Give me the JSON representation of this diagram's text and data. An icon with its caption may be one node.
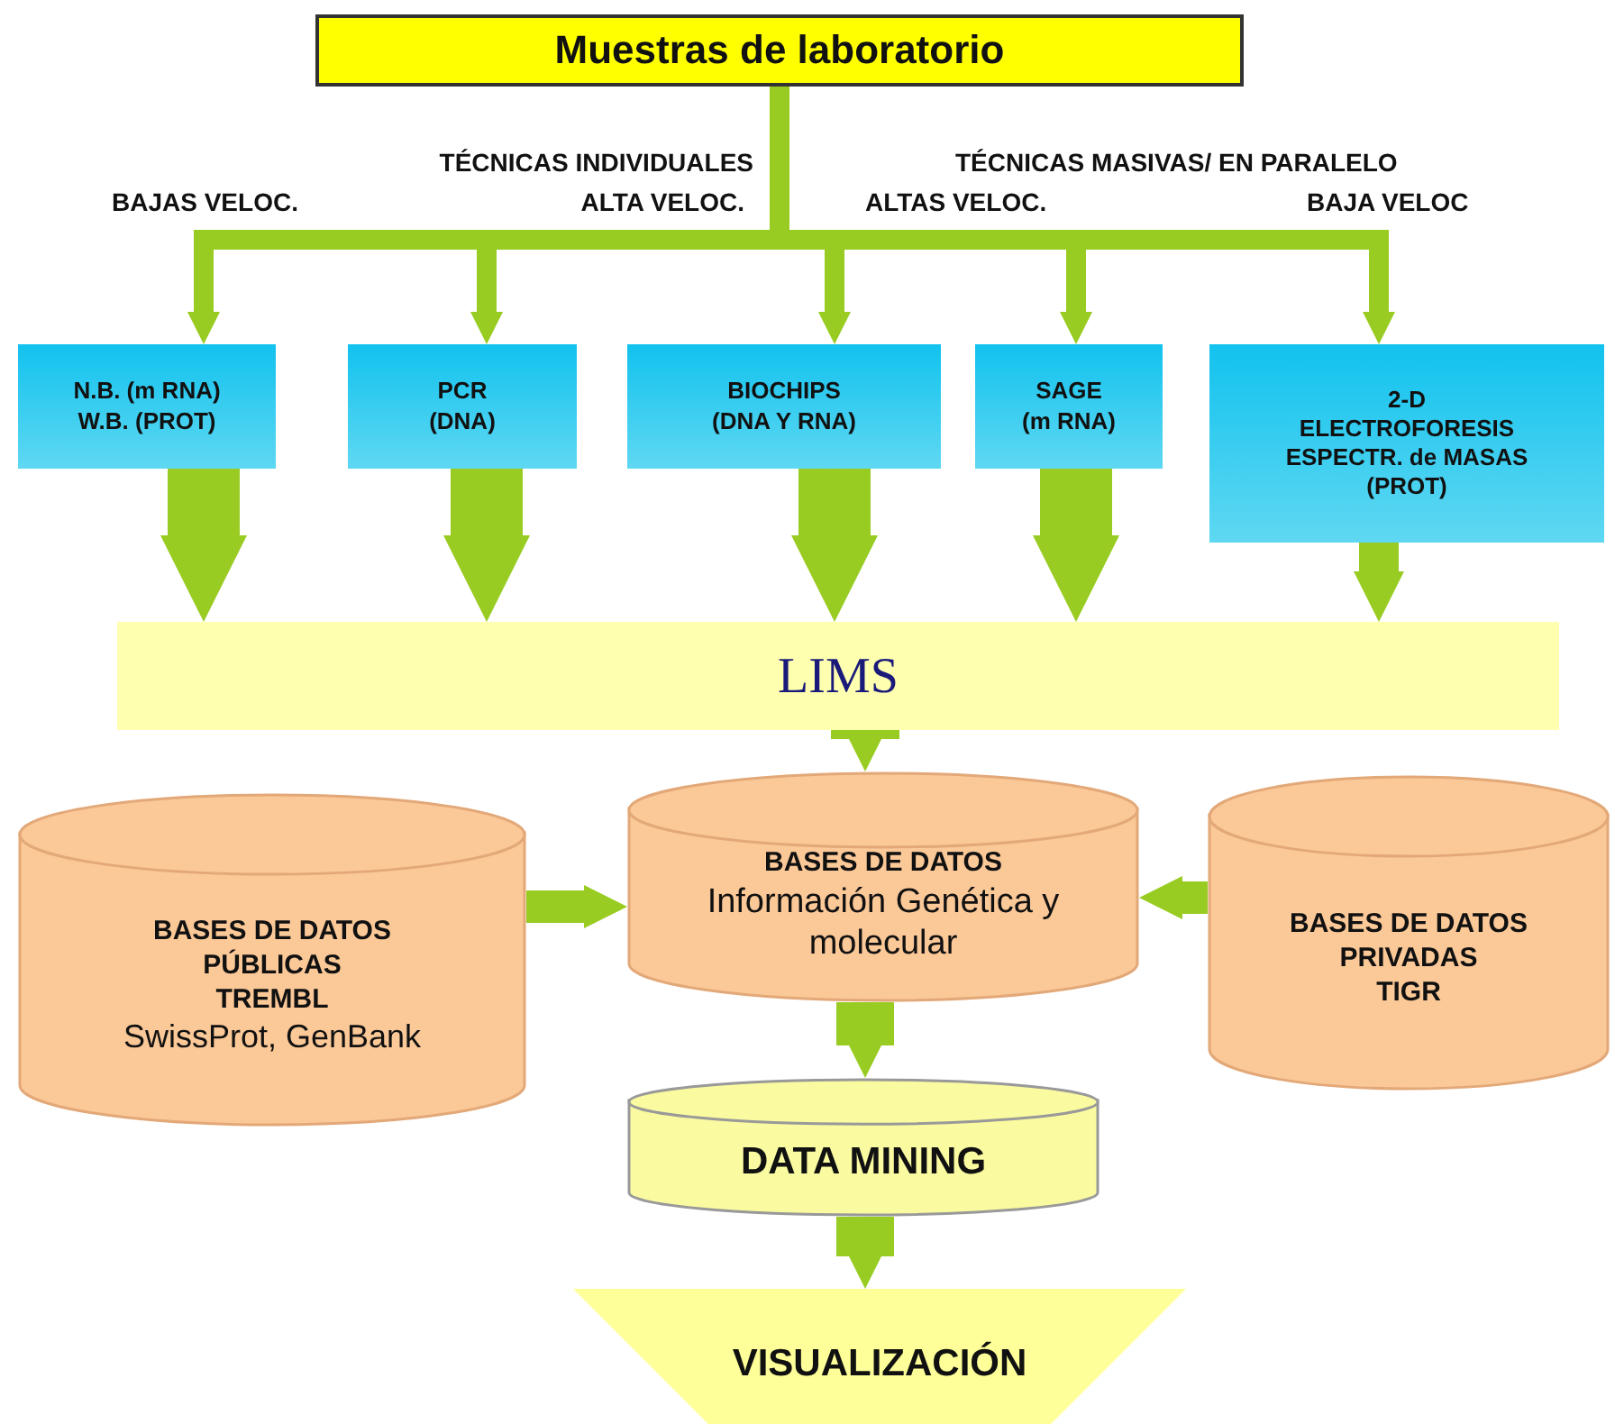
{
  "diagram": {
    "nodes": [
      {
        "text": [
          "Muestras de laboratorio"
        ]
      },
      {
        "text": [
          "N.B. (m RNA)",
          "W.B. (PROT)"
        ]
      },
      {
        "text": [
          "PCR",
          "(DNA)"
        ]
      },
      {
        "text": [
          "BIOCHIPS",
          "(DNA Y RNA)"
        ]
      },
      {
        "text": [
          "SAGE",
          "(m RNA)"
        ]
      },
      {
        "text": [
          "2-D",
          "ELECTROFORESIS",
          "ESPECTR. de MASAS",
          "(PROT)"
        ]
      },
      {
        "text": [
          "LIMS"
        ]
      },
      {
        "text": [
          "BASES DE DATOS PÚBLICAS",
          "TREMBL",
          "SwissProt, GenBank"
        ]
      },
      {
        "text": [
          "BASES DE DATOS",
          "Información Genética y molecular"
        ]
      },
      {
        "text": [
          "BASES DE DATOS PRIVADAS",
          "TIGR"
        ]
      },
      {
        "text": [
          "DATA MINING"
        ]
      },
      {
        "text": [
          "VISUALIZACIÓN"
        ]
      }
    ],
    "edges": [
      {
        "from": 0,
        "to": 1,
        "arrow": "to"
      },
      {
        "from": 0,
        "to": 2,
        "arrow": "to"
      },
      {
        "from": 0,
        "to": 3,
        "arrow": "to"
      },
      {
        "from": 0,
        "to": 4,
        "arrow": "to"
      },
      {
        "from": 0,
        "to": 5,
        "arrow": "to"
      },
      {
        "from": 1,
        "to": 6,
        "arrow": "to"
      },
      {
        "from": 2,
        "to": 6,
        "arrow": "to"
      },
      {
        "from": 3,
        "to": 6,
        "arrow": "to"
      },
      {
        "from": 4,
        "to": 6,
        "arrow": "to"
      },
      {
        "from": 5,
        "to": 6,
        "arrow": "to"
      },
      {
        "from": 6,
        "to": 8,
        "arrow": "to"
      },
      {
        "from": 7,
        "to": 8,
        "arrow": "to"
      },
      {
        "from": 9,
        "to": 8,
        "arrow": "to"
      },
      {
        "from": 8,
        "to": 10,
        "arrow": "to"
      },
      {
        "from": 10,
        "to": 11,
        "arrow": "to"
      }
    ],
    "labels": [
      "TÉCNICAS INDIVIDUALES",
      "TÉCNICAS MASIVAS/ EN PARALELO",
      "BAJAS VELOC.",
      "ALTA VELOC.",
      "ALTAS VELOC.",
      "BAJA VELOC"
    ]
  }
}
